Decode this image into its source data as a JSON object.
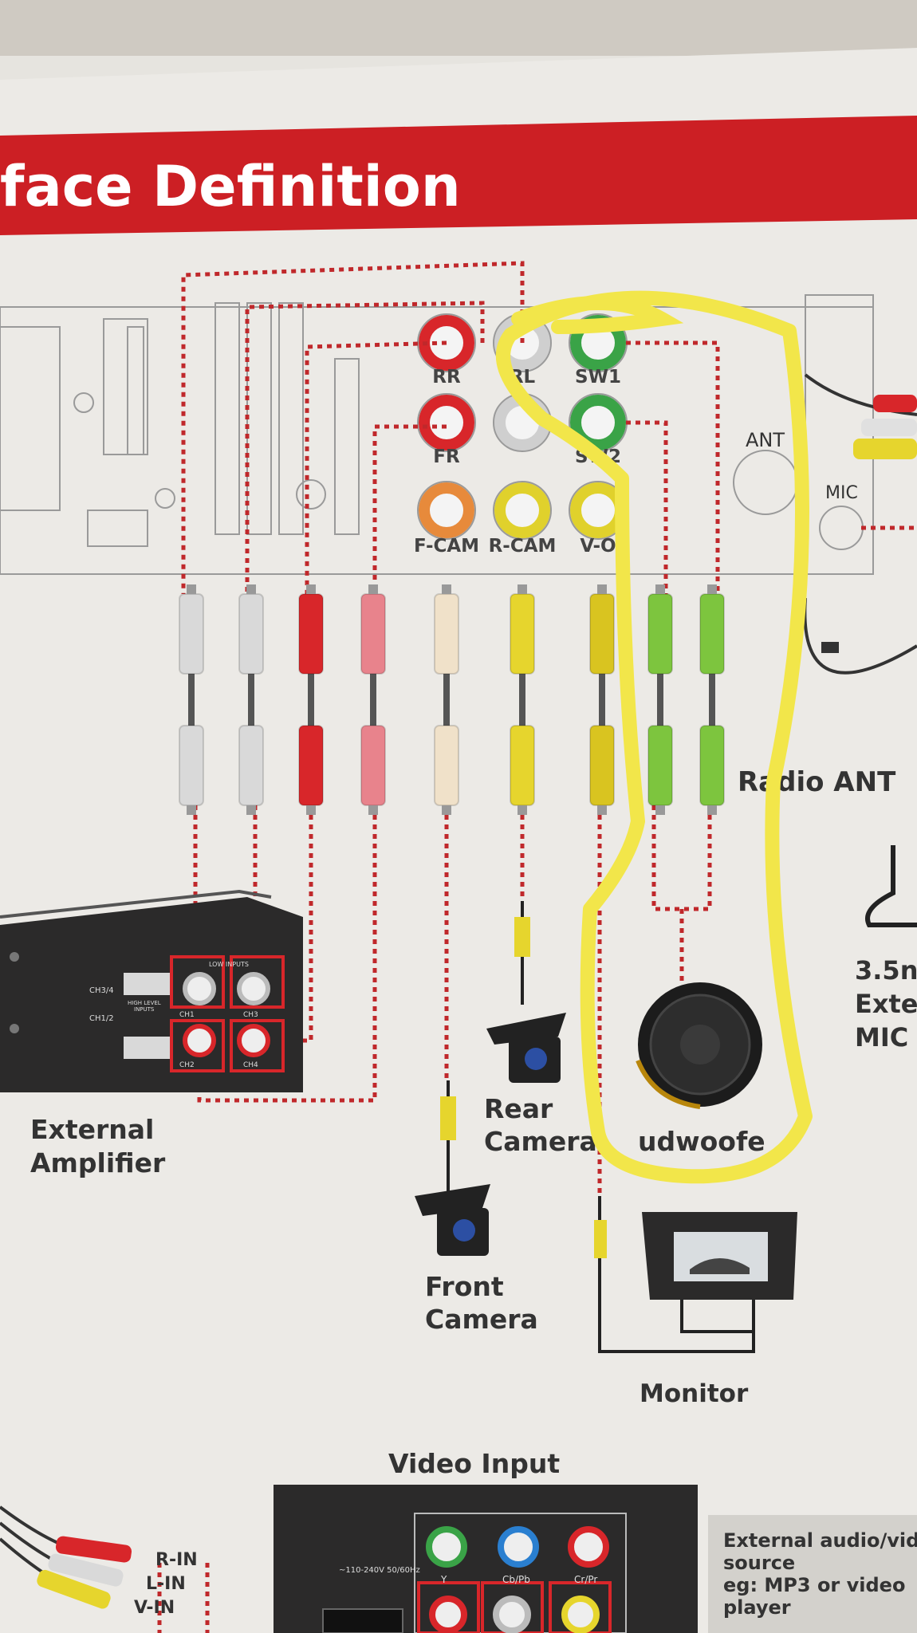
{
  "header": {
    "title": "face Definition"
  },
  "head_unit": {
    "ports": [
      {
        "label": "RR",
        "color": "#d8262a"
      },
      {
        "label": "RL",
        "color": "#cfcfcf"
      },
      {
        "label": "SW1",
        "color": "#3aa347"
      },
      {
        "label": "FR",
        "color": "#d8262a"
      },
      {
        "label": "",
        "color": "#cfcfcf"
      },
      {
        "label": "SW2",
        "color": "#3aa347"
      },
      {
        "label": "F-CAM",
        "color": "#e78a3b"
      },
      {
        "label": "R-CAM",
        "color": "#e0d12c"
      },
      {
        "label": "V-O",
        "color": "#e0d12c"
      }
    ],
    "ant_label": "ANT",
    "mic_label": "MIC"
  },
  "cables": [
    {
      "color": "#d9d9d9"
    },
    {
      "color": "#d9d9d9"
    },
    {
      "color": "#d8262a"
    },
    {
      "color": "#e8838c"
    },
    {
      "color": "#f0e1c9"
    },
    {
      "color": "#e6d52d"
    },
    {
      "color": "#d9c420"
    },
    {
      "color": "#7dc53e"
    },
    {
      "color": "#7dc53e"
    }
  ],
  "devices": {
    "radio_ant": "Radio ANT",
    "mic_3_5": [
      "3.5n",
      "Exte",
      "MIC"
    ],
    "amplifier": [
      "External",
      "Amplifier"
    ],
    "amp_panel": {
      "ch34": "CH3/4",
      "ch12": "CH1/2",
      "high_level": "HIGH LEVEL",
      "inputs": "INPUTS",
      "low_inputs": "LOW INPUTS",
      "ch1": "CH1",
      "ch2": "CH2",
      "ch3": "CH3",
      "ch4": "CH4"
    },
    "rear_camera": [
      "Rear",
      "Camera"
    ],
    "front_camera": [
      "Front",
      "Camera"
    ],
    "subwoofer": "udwoofe",
    "monitor": "Monitor"
  },
  "video_input": {
    "title": "Video Input",
    "lines": [
      "R-IN",
      "L-IN",
      "V-IN"
    ],
    "panel": {
      "power": "~110-240V 50/60Hz",
      "y": "Y",
      "cbpb": "Cb/Pb",
      "crpr": "Cr/Pr"
    },
    "ext_note": [
      "External audio/vid",
      "source",
      "eg: MP3 or video",
      "player"
    ]
  },
  "colors": {
    "banner": "#cc1f24",
    "dotted": "#c0282b",
    "highlight": "#f2e64a"
  }
}
